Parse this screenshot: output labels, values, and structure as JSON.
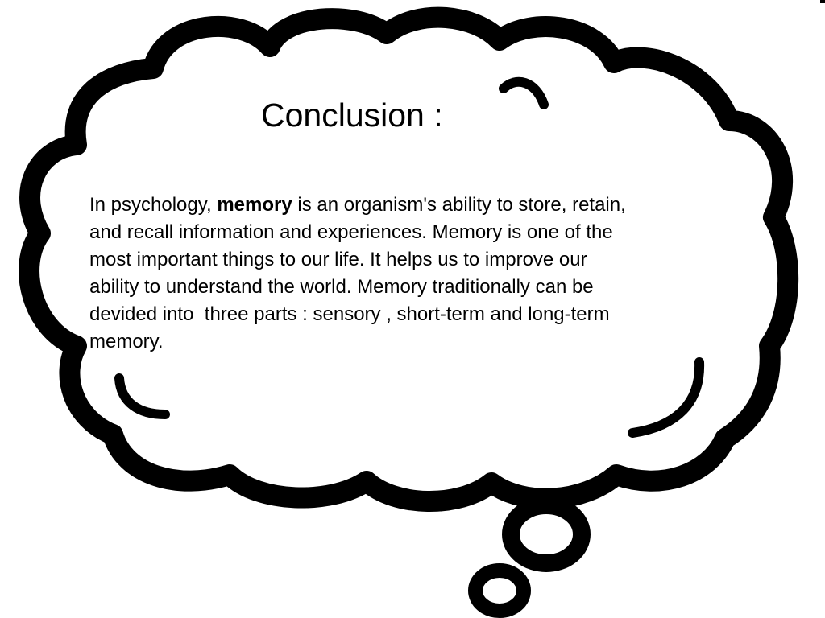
{
  "slide": {
    "title": "Conclusion :",
    "body": {
      "lead": "In psychology, ",
      "keyword": "memory",
      "line1_rest": " is an organism's ability to store, retain,",
      "lines": [
        "and recall information and experiences. Memory is one of the",
        "most important things to our life. It helps us to improve our",
        "ability to understand the world. Memory traditionally can be",
        "devided into  three parts : sensory , short-term and long-term",
        "memory."
      ]
    }
  },
  "graphic": {
    "name": "thought-bubble",
    "outline_color": "#000000",
    "fill_color": "#ffffff"
  }
}
